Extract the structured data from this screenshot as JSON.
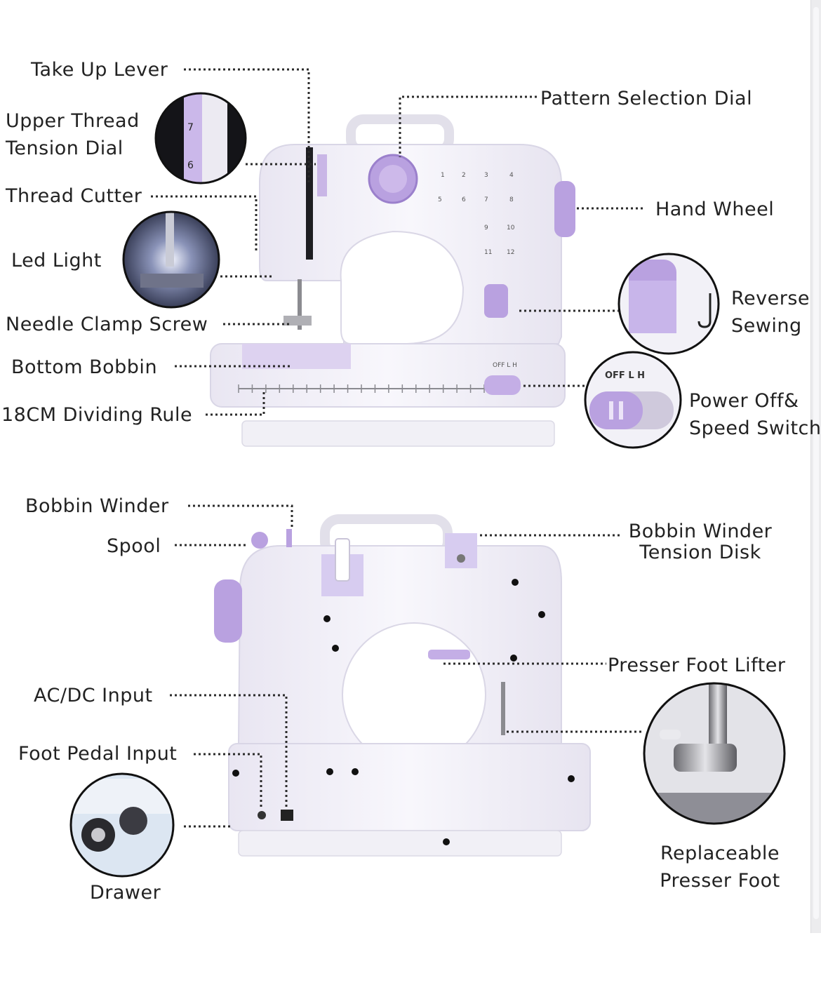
{
  "colors": {
    "body": "#f3f2f8",
    "body_stroke": "#d9d6e6",
    "accent": "#b9a1e0",
    "accent_dark": "#9b80cc",
    "leader": "#2b2b2b"
  },
  "labels": {
    "take_up_lever": "Take Up Lever",
    "upper_thread_tension_dial": [
      "Upper Thread",
      "Tension Dial"
    ],
    "thread_cutter": "Thread Cutter",
    "led_light": "Led Light",
    "needle_clamp_screw": "Needle Clamp Screw",
    "bottom_bobbin": "Bottom Bobbin",
    "dividing_rule": "18CM Dividing Rule",
    "pattern_selection_dial": "Pattern Selection Dial",
    "hand_wheel": "Hand Wheel",
    "reverse_sewing": [
      "Reverse",
      "Sewing"
    ],
    "power_speed_switch": [
      "Power Off&",
      "Speed Switch"
    ],
    "bobbin_winder": "Bobbin Winder",
    "spool": "Spool",
    "bobbin_winder_tension_disk": [
      "Bobbin Winder",
      "Tension Disk"
    ],
    "presser_foot_lifter": "Presser Foot Lifter",
    "ac_dc_input": "AC/DC Input",
    "foot_pedal_input": "Foot Pedal Input",
    "drawer": "Drawer",
    "replaceable_presser_foot": [
      "Replaceable",
      "Presser Foot"
    ]
  },
  "machine_text": {
    "switch_positions": "OFF  L  H",
    "dial_numbers": [
      "7",
      "6"
    ],
    "stitch_numbers": [
      "1",
      "2",
      "3",
      "4",
      "5",
      "6",
      "7",
      "8",
      "9",
      "10",
      "11",
      "12"
    ]
  }
}
